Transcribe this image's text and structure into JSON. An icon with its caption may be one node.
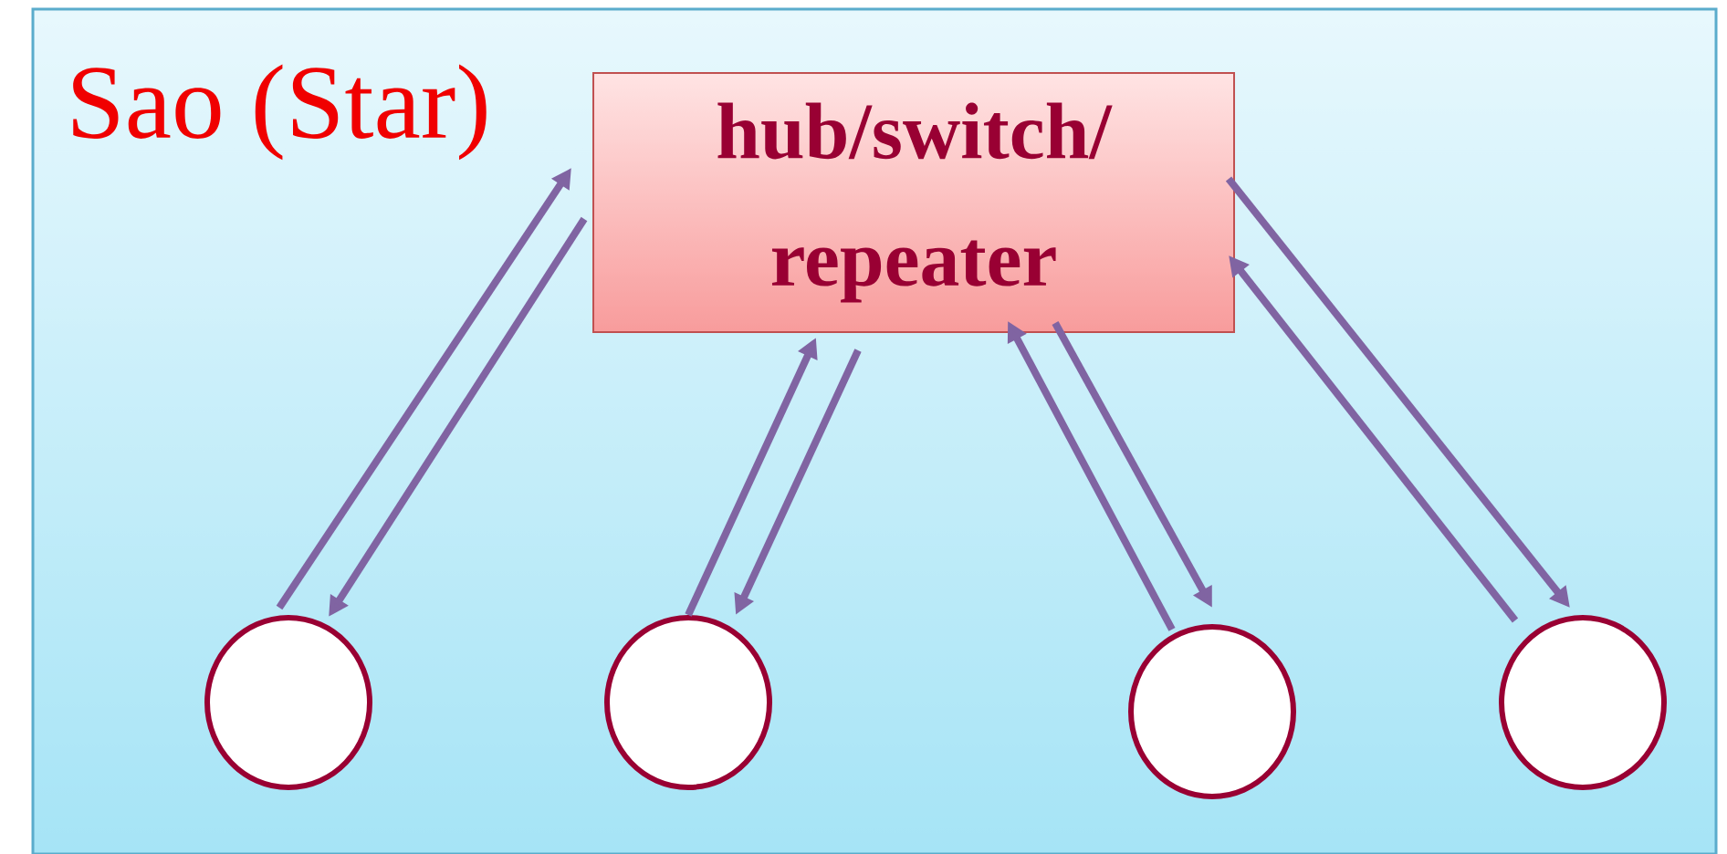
{
  "diagram": {
    "nodes": [
      {
        "text": [
          "Sao (Star)"
        ]
      },
      {
        "text": [
          "hub/switch/ repeater"
        ],
        "in": 0
      },
      {
        "text": [],
        "shape": "circle",
        "in": 0
      },
      {
        "text": [],
        "shape": "circle",
        "in": 0
      },
      {
        "text": [],
        "shape": "circle",
        "in": 0
      },
      {
        "text": [],
        "shape": "circle",
        "in": 0
      }
    ],
    "edges": [
      {
        "from": 2,
        "to": 1,
        "arrow": "to"
      },
      {
        "from": 1,
        "to": 2,
        "arrow": "to"
      },
      {
        "from": 3,
        "to": 1,
        "arrow": "to"
      },
      {
        "from": 1,
        "to": 3,
        "arrow": "to"
      },
      {
        "from": 4,
        "to": 1,
        "arrow": "to"
      },
      {
        "from": 1,
        "to": 4,
        "arrow": "to"
      },
      {
        "from": 5,
        "to": 1,
        "arrow": "to"
      },
      {
        "from": 1,
        "to": 5,
        "arrow": "to"
      }
    ]
  }
}
